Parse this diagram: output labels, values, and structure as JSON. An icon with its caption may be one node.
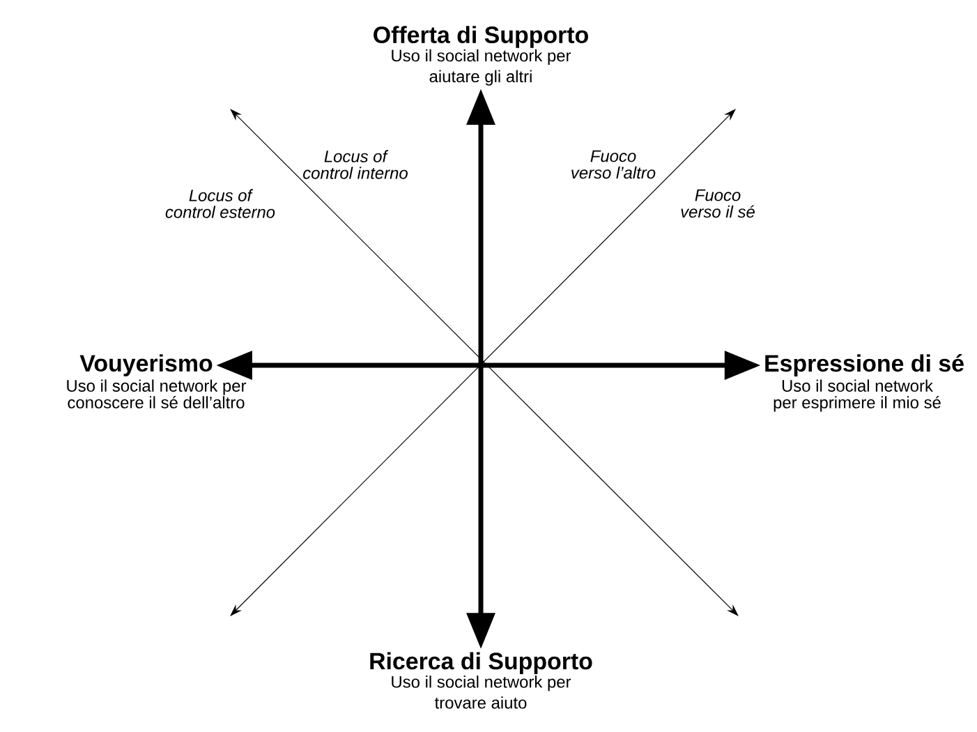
{
  "diagram": {
    "nodes": [
      {
        "text": [
          "Offerta di Supporto",
          "Uso il social network per aiutare gli altri"
        ]
      },
      {
        "text": [
          "Vouyerismo"
        ],
        "beside": [
          "Uso il social network per conoscere il sé dell’altro"
        ]
      },
      {
        "text": [
          "Espressione di sé"
        ],
        "beside": [
          "Uso il social network per esprimere il mio sé"
        ]
      },
      {
        "text": [
          "Ricerca di Supporto",
          "Uso il social network per trovare aiuto"
        ]
      }
    ],
    "edges": [
      {
        "from": 3,
        "to": 0,
        "arrow": "both"
      },
      {
        "from": 1,
        "to": 2,
        "arrow": "both"
      }
    ],
    "labels": [
      "Locus of control interno",
      "Fuoco verso l’altro",
      "Locus of control esterno",
      "Fuoco verso il sé"
    ]
  }
}
